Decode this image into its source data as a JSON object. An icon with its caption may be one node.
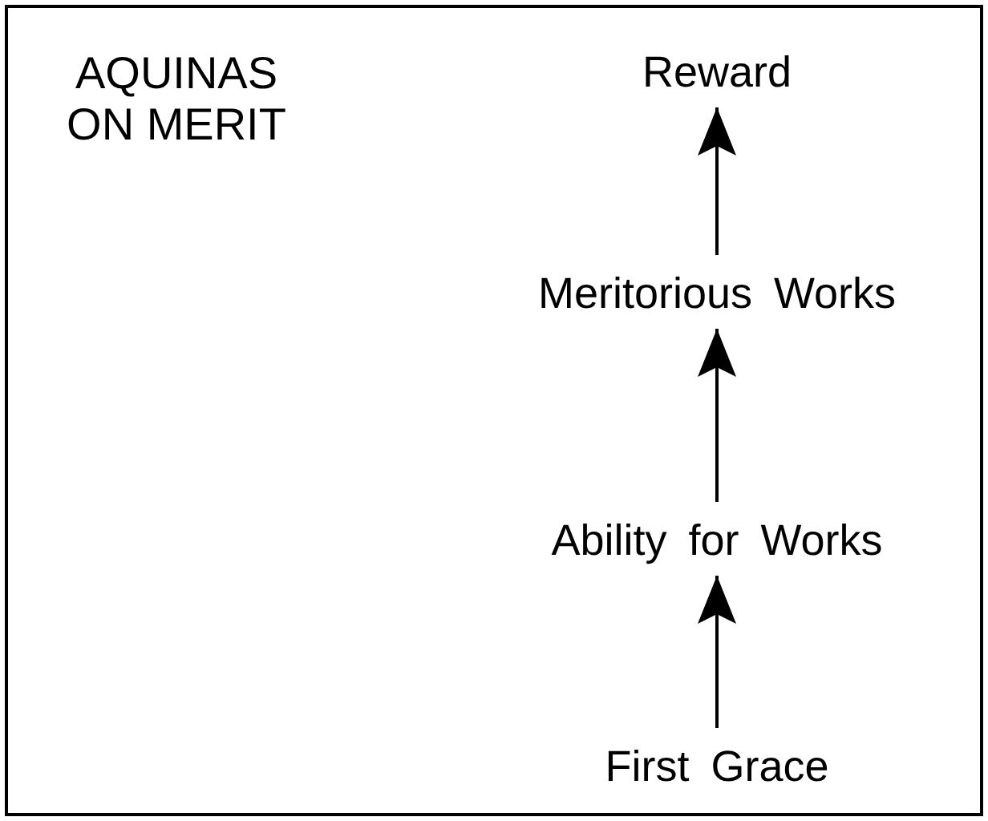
{
  "diagram": {
    "title": "AQUINAS ON MERIT",
    "nodes": [
      {
        "text": [
          "Reward"
        ]
      },
      {
        "text": [
          "Meritorious Works"
        ]
      },
      {
        "text": [
          "Ability for Works"
        ]
      },
      {
        "text": [
          "First Grace"
        ]
      }
    ],
    "edges": [
      {
        "from": 3,
        "to": 2,
        "arrow": "to"
      },
      {
        "from": 2,
        "to": 1,
        "arrow": "to"
      },
      {
        "from": 1,
        "to": 0,
        "arrow": "to"
      }
    ]
  }
}
